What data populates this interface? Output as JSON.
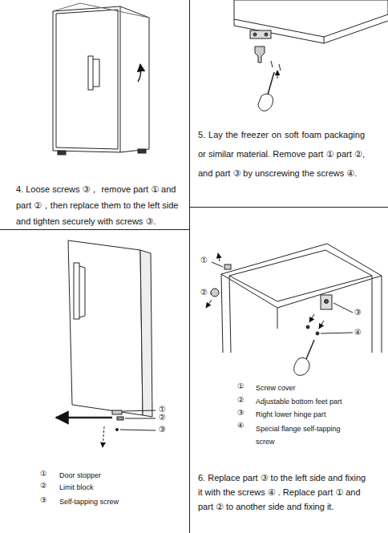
{
  "diagram": {
    "labels": [
      "4. Loose screws ③， remove part ① and part ②，then replace them to the left side and tighten securely with screws ③.",
      "①",
      "②",
      "③",
      "①",
      "Door stopper",
      "②",
      "Limit block",
      "③",
      "Self-tapping screw",
      "5. Lay the freezer on soft foam packaging or similar material. Remove part ① part ②, and part ③ by unscrewing the screws ④.",
      "①",
      "②",
      "③",
      "④",
      "①",
      "Screw cover",
      "②",
      "Adjustable bottom feet part",
      "③",
      "Right lower hinge part",
      "④",
      "Special flange self-tapping screw",
      "6. Replace part ③ to the left side and fixing it with the screws ④ . Replace part ① and part ② to another side and fixing it."
    ]
  }
}
